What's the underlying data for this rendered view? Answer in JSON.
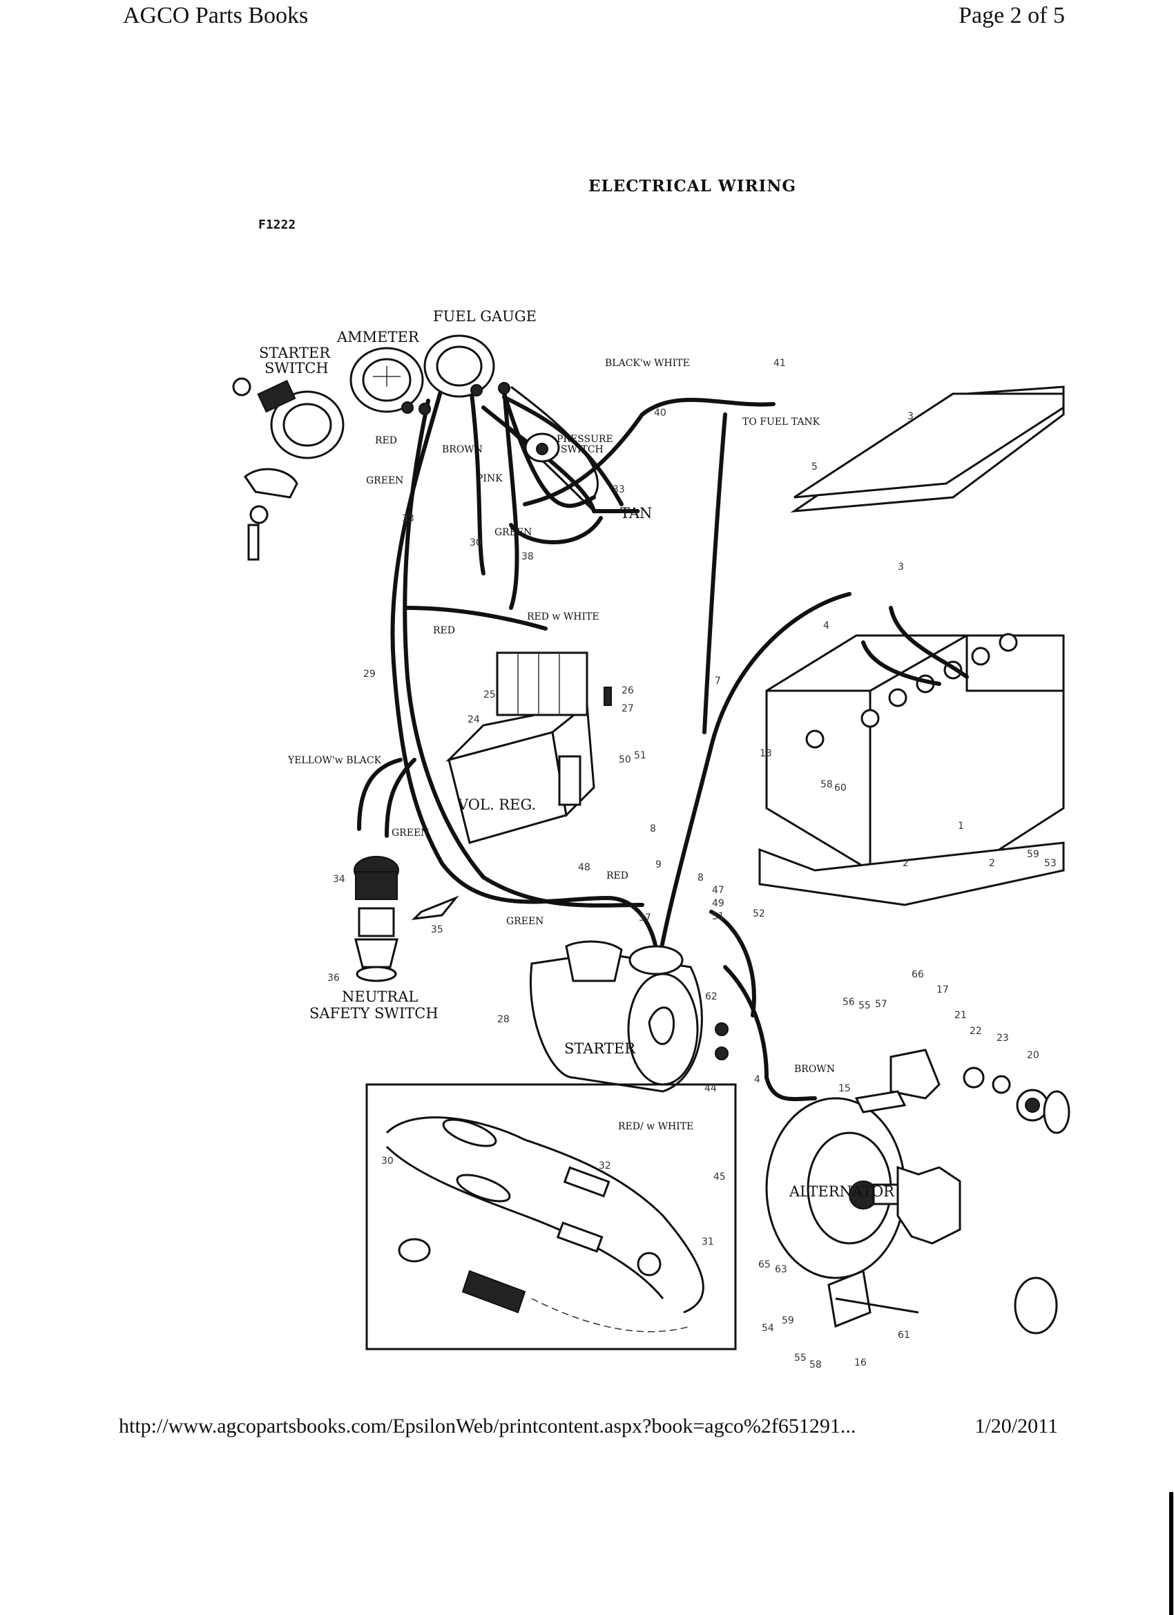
{
  "header": {
    "left": "AGCO Parts Books",
    "right": "Page 2 of 5"
  },
  "title": "ELECTRICAL WIRING",
  "figure_id": "F1222",
  "component_labels": {
    "starter_switch": "STARTER SWITCH",
    "ammeter": "AMMETER",
    "fuel_gauge": "FUEL GAUGE",
    "pressure_switch": "PRESSURE SWITCH",
    "to_fuel_tank": "TO FUEL TANK",
    "voltage_regulator": "VOL. REG.",
    "neutral_safety_switch": "NEUTRAL SAFETY SWITCH",
    "starter": "STARTER",
    "alternator": "ALTERNATOR"
  },
  "wire_labels": {
    "black_white": "BLACK'w WHITE",
    "red_top": "RED",
    "brown_top": "BROWN",
    "green_top": "GREEN",
    "pink": "PINK",
    "tan": "TAN",
    "green_mid": "GREEN",
    "red_mid": "RED",
    "red_white_mid": "RED w WHITE",
    "yellow_black": "YELLOW'w BLACK",
    "green_low": "GREEN",
    "red_low": "RED",
    "green_starter": "GREEN",
    "brown_low": "BROWN",
    "red_white_low": "RED/ w WHITE"
  },
  "callouts": [
    "41",
    "40",
    "3",
    "5",
    "33",
    "33",
    "30",
    "38",
    "3",
    "4",
    "29",
    "25",
    "26",
    "27",
    "24",
    "50",
    "51",
    "58",
    "60",
    "1",
    "2",
    "2",
    "59",
    "53",
    "7",
    "13",
    "48",
    "8",
    "9",
    "8",
    "47",
    "49",
    "51",
    "52",
    "37",
    "34",
    "35",
    "36",
    "28",
    "62",
    "66",
    "56",
    "55",
    "57",
    "17",
    "21",
    "22",
    "23",
    "20",
    "15",
    "44",
    "4",
    "45",
    "32",
    "30",
    "31",
    "65",
    "63",
    "54",
    "59",
    "55",
    "58",
    "16",
    "61"
  ],
  "footer": {
    "url": "http://www.agcopartsbooks.com/EpsilonWeb/printcontent.aspx?book=agco%2f651291...",
    "date": "1/20/2011"
  }
}
